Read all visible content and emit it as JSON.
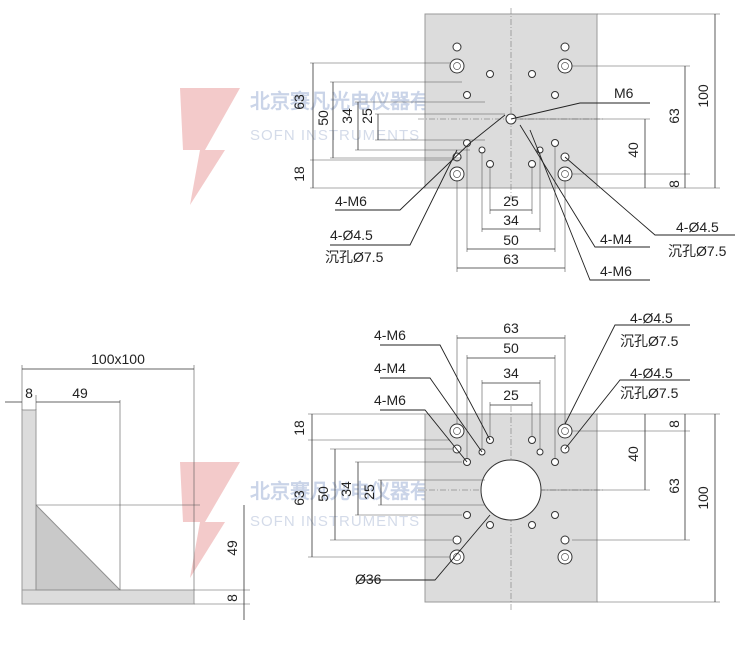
{
  "watermark": {
    "cn": "北京赛凡光电仪器有限公司",
    "en": "SOFN INSTRUMENTS CO.,LTD."
  },
  "top_view": {
    "dim_left": [
      "63",
      "50",
      "34",
      "25",
      "18"
    ],
    "dim_right": [
      "100",
      "63",
      "40",
      "8"
    ],
    "dim_bottom": [
      "25",
      "34",
      "50",
      "63"
    ],
    "callouts": [
      "M6",
      "4-M6",
      "4-Ø4.5",
      "沉孔Ø7.5",
      "4-M4",
      "4-M6",
      "4-Ø4.5",
      "沉孔Ø7.5"
    ]
  },
  "side_view": {
    "dim_top": "100x100",
    "dim_8": "8",
    "dim_49": "49",
    "dim_right_49": "49",
    "dim_right_8": "8"
  },
  "bottom_view": {
    "dim_top": [
      "63",
      "50",
      "34",
      "25"
    ],
    "dim_left": [
      "18",
      "63",
      "50",
      "34",
      "25"
    ],
    "dim_right": [
      "8",
      "40",
      "63",
      "100"
    ],
    "callouts": [
      "4-M6",
      "4-M4",
      "4-M6",
      "4-Ø4.5",
      "沉孔Ø7.5",
      "4-Ø4.5",
      "沉孔Ø7.5",
      "Ø36"
    ]
  }
}
